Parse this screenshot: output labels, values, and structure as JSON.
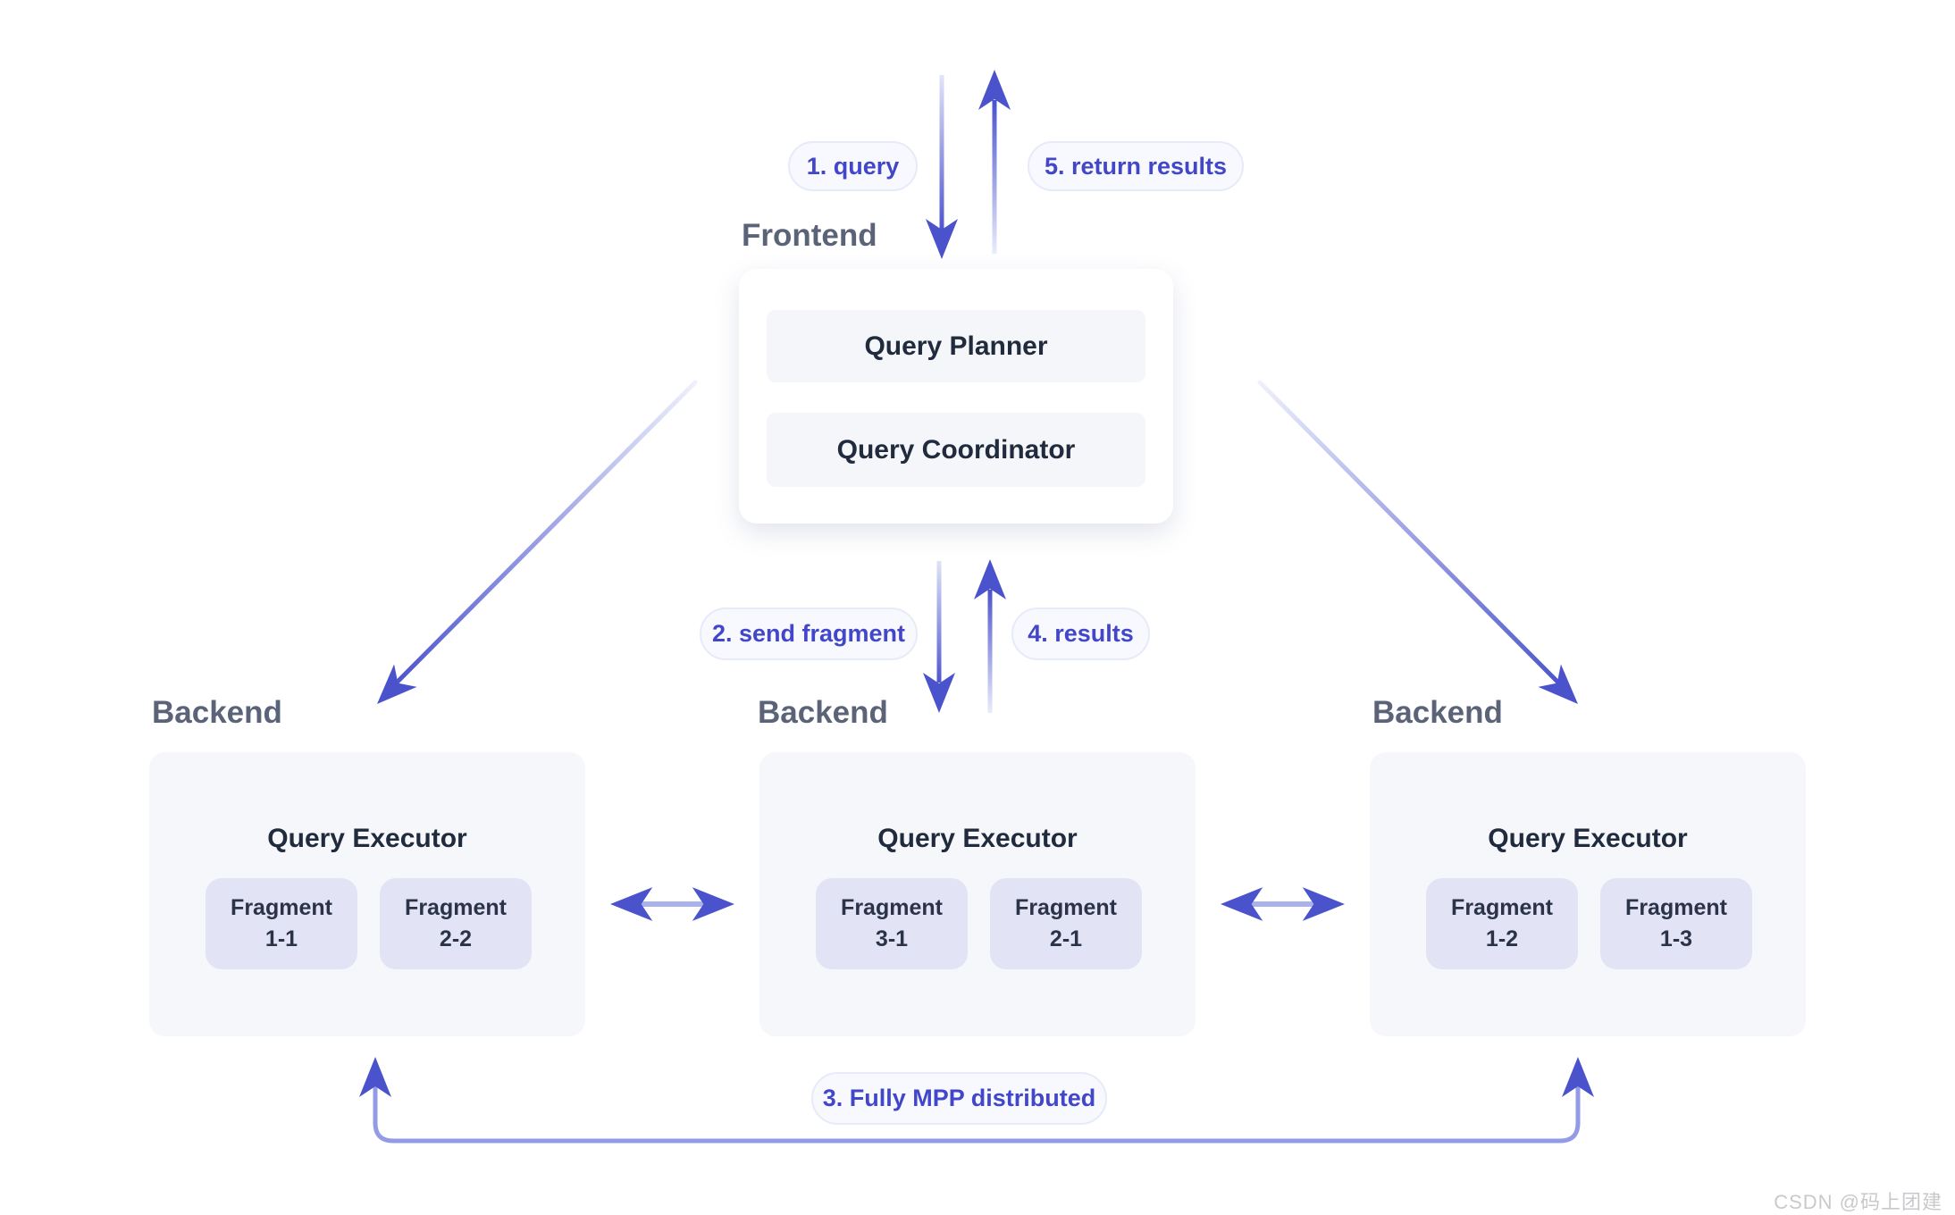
{
  "flow_labels": {
    "query": "1. query",
    "return_results": "5. return results",
    "send_fragment": "2. send fragment",
    "results": "4. results",
    "mpp": "3. Fully MPP distributed"
  },
  "frontend": {
    "label": "Frontend",
    "components": [
      "Query Planner",
      "Query Coordinator"
    ]
  },
  "backends": [
    {
      "label": "Backend",
      "executor": "Query Executor",
      "fragments": [
        {
          "name": "Fragment",
          "id": "1-1"
        },
        {
          "name": "Fragment",
          "id": "2-2"
        }
      ]
    },
    {
      "label": "Backend",
      "executor": "Query Executor",
      "fragments": [
        {
          "name": "Fragment",
          "id": "3-1"
        },
        {
          "name": "Fragment",
          "id": "2-1"
        }
      ]
    },
    {
      "label": "Backend",
      "executor": "Query Executor",
      "fragments": [
        {
          "name": "Fragment",
          "id": "1-2"
        },
        {
          "name": "Fragment",
          "id": "1-3"
        }
      ]
    }
  ],
  "watermark": "CSDN @码上团建",
  "colors": {
    "arrow_solid": "#4a52cc",
    "arrow_light": "#aab2ec",
    "bracket_line": "#939be7",
    "pill_text": "#4247c9",
    "heading_text": "#5a6378"
  }
}
